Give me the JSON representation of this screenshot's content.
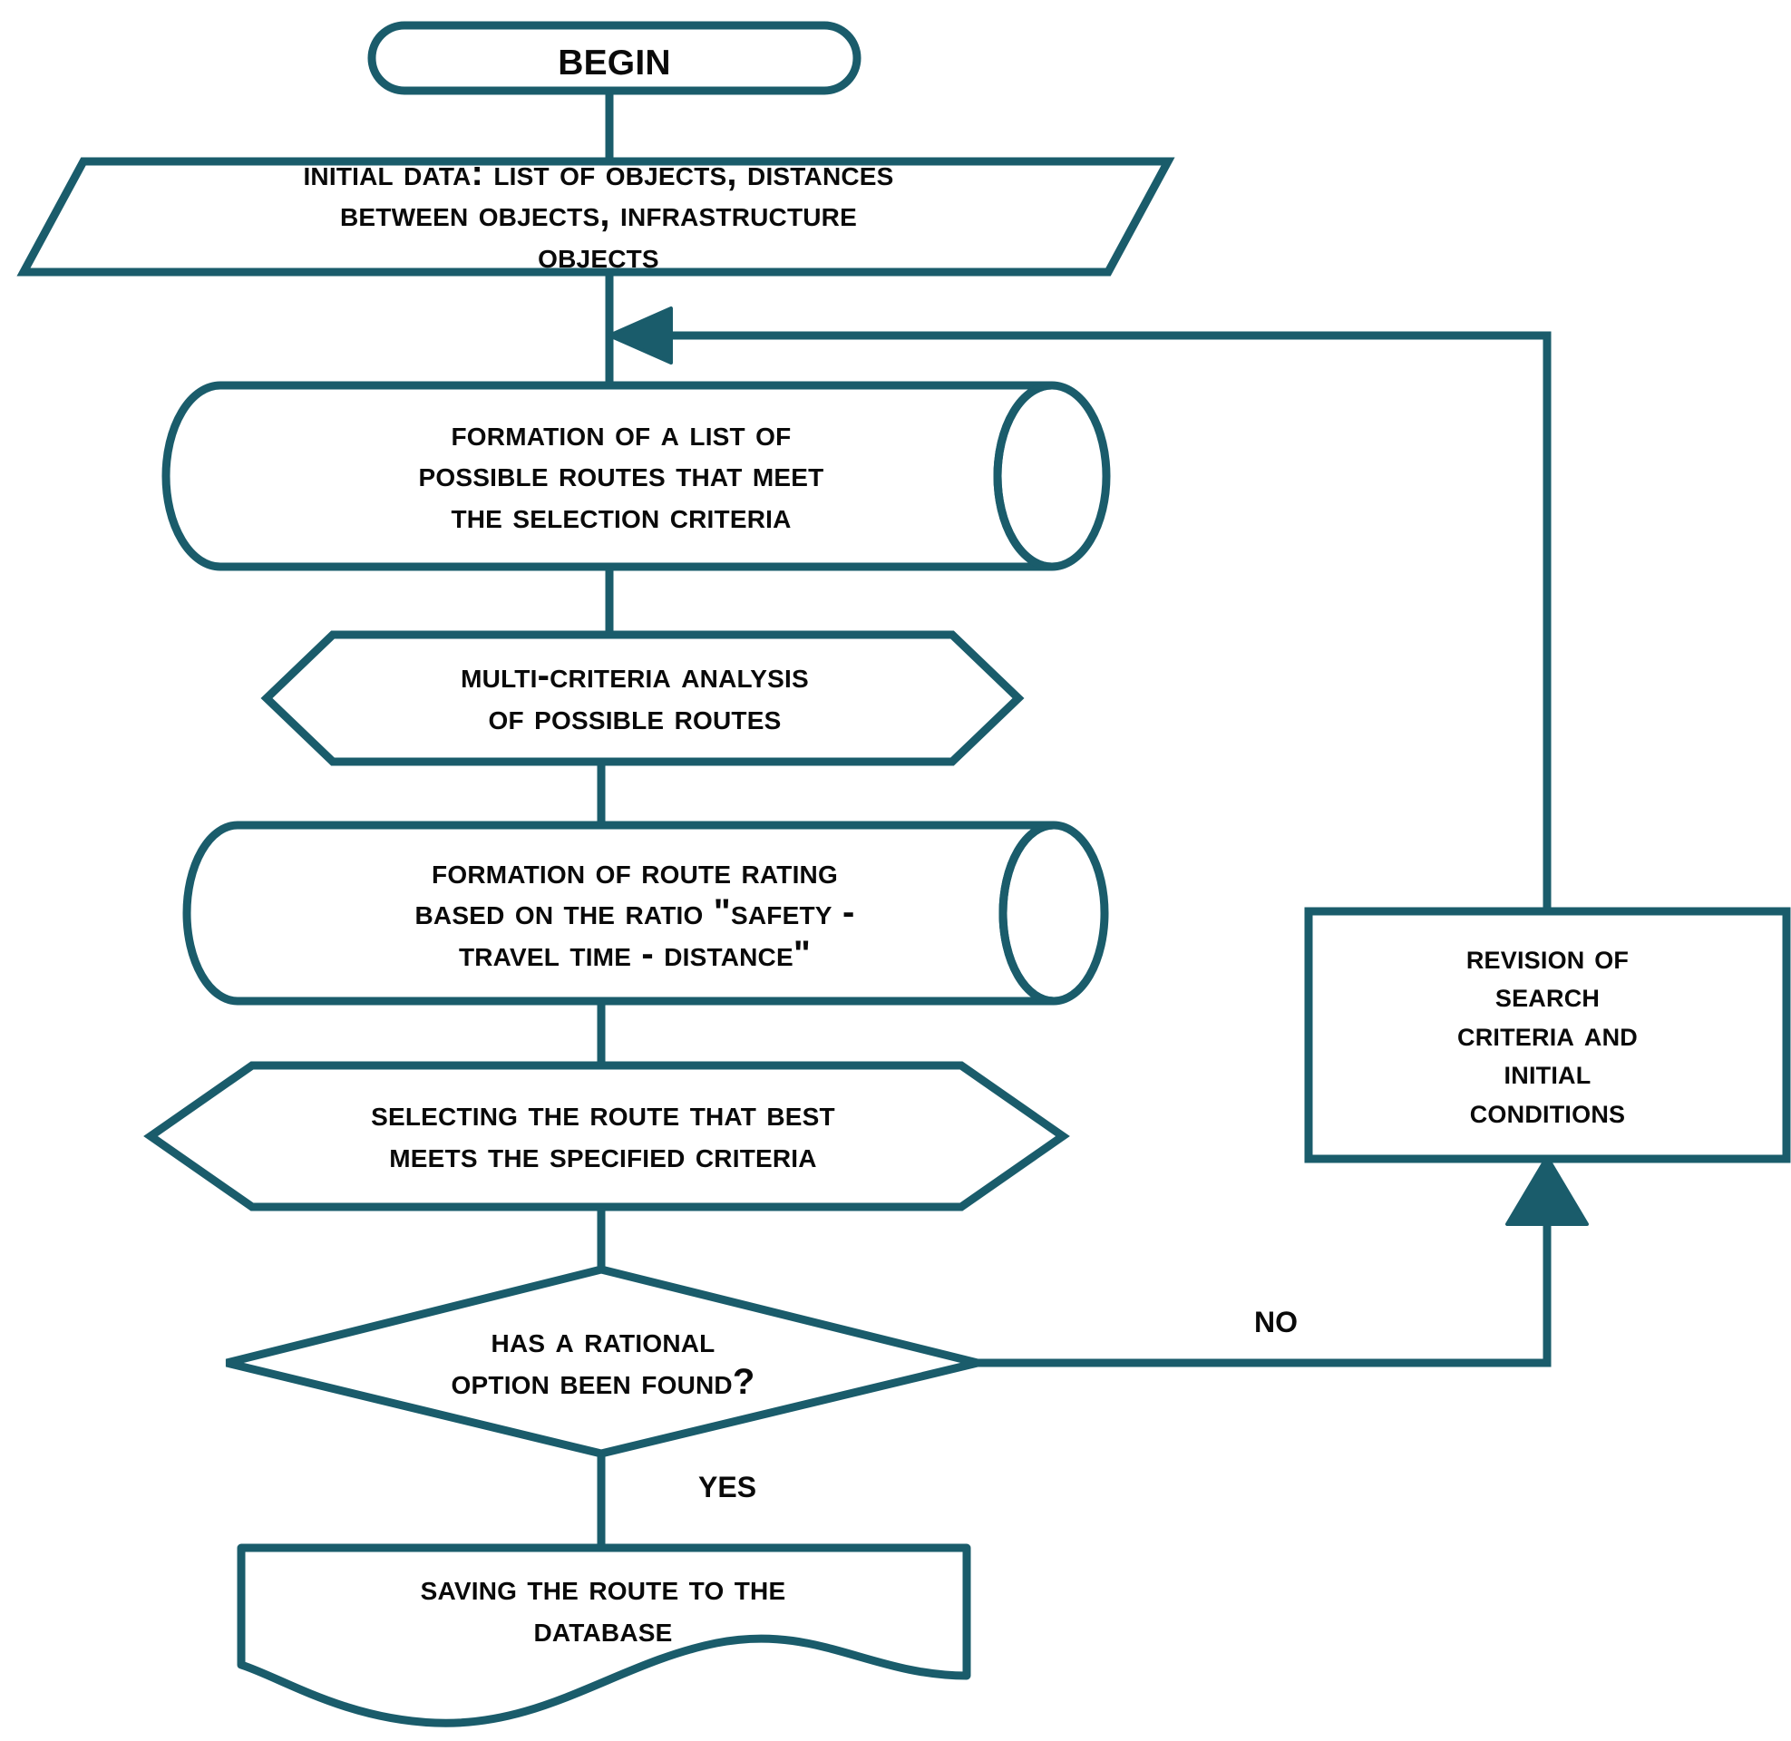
{
  "diagram": {
    "type": "flowchart",
    "title": "Route selection algorithm flowchart",
    "stroke_color": "#1a5c6b",
    "text_color": "#0a0a0a",
    "background_color": "#ffffff",
    "nodes": [
      {
        "id": "begin",
        "shape": "terminator",
        "label": "Begin"
      },
      {
        "id": "initial-data",
        "shape": "parallelogram-input",
        "label": "Initial data: list of objects, distances\nbetween objects, infrastructure\nobjects"
      },
      {
        "id": "formation-list",
        "shape": "magnetic-tape",
        "label": "Formation of a list of\npossible routes that meet\nthe selection criteria"
      },
      {
        "id": "multi-criteria-analysis",
        "shape": "hexagon",
        "label": "Multi-criteria analysis\nof possible routes"
      },
      {
        "id": "formation-rating",
        "shape": "magnetic-tape",
        "label": "Formation of route rating\nbased on the ratio \"safety -\ntravel time - distance\""
      },
      {
        "id": "selecting-route",
        "shape": "hexagon",
        "label": "Selecting the route that best\nmeets the specified criteria"
      },
      {
        "id": "rational-option",
        "shape": "diamond-decision",
        "label": "Has a rational\noption been found?"
      },
      {
        "id": "revision",
        "shape": "rectangle-process",
        "label": "Revision of\nsearch\ncriteria and\ninitial\nconditions"
      },
      {
        "id": "saving-route",
        "shape": "document",
        "label": "Saving the route to the\ndatabase"
      }
    ],
    "edges": [
      {
        "id": "e-begin-initial",
        "from": "begin",
        "to": "initial-data",
        "label": ""
      },
      {
        "id": "e-initial-formation",
        "from": "initial-data",
        "to": "formation-list",
        "label": ""
      },
      {
        "id": "e-formation-multi",
        "from": "formation-list",
        "to": "multi-criteria-analysis",
        "label": ""
      },
      {
        "id": "e-multi-rating",
        "from": "multi-criteria-analysis",
        "to": "formation-rating",
        "label": ""
      },
      {
        "id": "e-rating-selecting",
        "from": "formation-rating",
        "to": "selecting-route",
        "label": ""
      },
      {
        "id": "e-selecting-decision",
        "from": "selecting-route",
        "to": "rational-option",
        "label": ""
      },
      {
        "id": "e-decision-revision",
        "from": "rational-option",
        "to": "revision",
        "label": "No"
      },
      {
        "id": "e-decision-saving",
        "from": "rational-option",
        "to": "saving-route",
        "label": "Yes"
      },
      {
        "id": "e-revision-formation",
        "from": "revision",
        "to": "formation-list",
        "label": ""
      }
    ],
    "edge_labels": {
      "no": "No",
      "yes": "Yes"
    }
  }
}
